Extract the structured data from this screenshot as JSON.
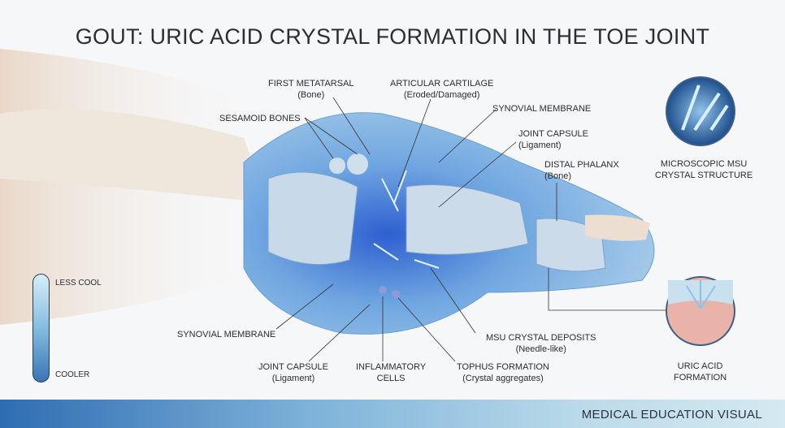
{
  "title": "GOUT: URIC ACID CRYSTAL FORMATION IN THE TOE JOINT",
  "labels": {
    "first_metatarsal": {
      "name": "FIRST METATARSAL",
      "sub": "(Bone)"
    },
    "articular_cartilage": {
      "name": "ARTICULAR CARTILAGE",
      "sub": "(Eroded/Damaged)"
    },
    "sesamoid": {
      "name": "SESAMOID BONES"
    },
    "synovial_top": {
      "name": "SYNOVIAL MEMBRANE"
    },
    "joint_capsule_top": {
      "name": "JOINT CAPSULE",
      "sub": "(Ligament)"
    },
    "distal_phalanx": {
      "name": "DISTAL PHALANX",
      "sub": "(Bone)"
    },
    "synovial_bottom": {
      "name": "SYNOVIAL MEMBRANE"
    },
    "joint_capsule_bottom": {
      "name": "JOINT CAPSULE",
      "sub": "(Ligament)"
    },
    "inflammatory": {
      "name": "INFLAMMATORY",
      "sub": "CELLS"
    },
    "tophus": {
      "name": "TOPHUS FORMATION",
      "sub": "(Crystal aggregates)"
    },
    "msu_deposits": {
      "name": "MSU CRYSTAL DEPOSITS",
      "sub": "(Needle-like)"
    }
  },
  "insets": {
    "microscopic": {
      "line1": "MICROSCOPIC MSU",
      "line2": "CRYSTAL STRUCTURE"
    },
    "uric": {
      "line1": "URIC ACID",
      "line2": "FORMATION"
    }
  },
  "legend": {
    "top": "LESS COOL",
    "bottom": "COOLER"
  },
  "footer": "MEDICAL EDUCATION VISUAL",
  "colors": {
    "accent": "#3a74b5",
    "skin": "#eadfd3",
    "bone": "#dde6ee"
  }
}
